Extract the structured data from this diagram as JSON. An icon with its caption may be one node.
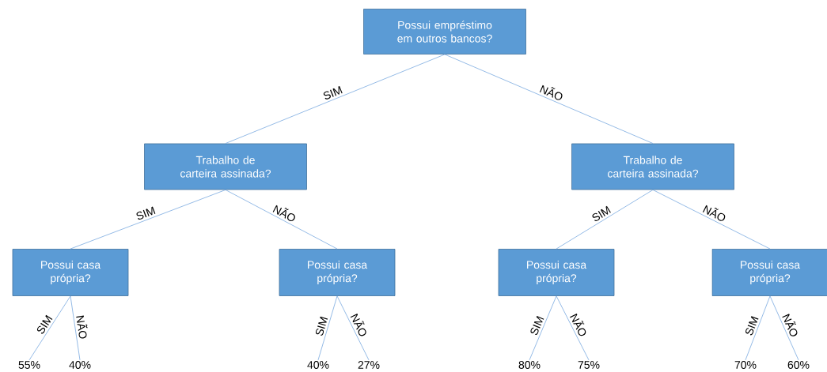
{
  "diagram": {
    "nodes": [
      {
        "text": [
          "Possui empréstimo em outros bancos?"
        ]
      },
      {
        "text": [
          "Trabalho de carteira assinada?"
        ]
      },
      {
        "text": [
          "Trabalho de carteira assinada?"
        ]
      },
      {
        "text": [
          "Possui casa própria?"
        ]
      },
      {
        "text": [
          "Possui casa própria?"
        ]
      },
      {
        "text": [
          "Possui casa própria?"
        ]
      },
      {
        "text": [
          "Possui casa própria?"
        ]
      },
      {
        "text": [
          "55%"
        ]
      },
      {
        "text": [
          "40%"
        ]
      },
      {
        "text": [
          "40%"
        ]
      },
      {
        "text": [
          "27%"
        ]
      },
      {
        "text": [
          "80%"
        ]
      },
      {
        "text": [
          "75%"
        ]
      },
      {
        "text": [
          "70%"
        ]
      },
      {
        "text": [
          "60%"
        ]
      }
    ],
    "edges": [
      {
        "from": 0,
        "to": 1,
        "arrow": "none",
        "label": "SIM"
      },
      {
        "from": 0,
        "to": 2,
        "arrow": "none",
        "label": "NÃO"
      },
      {
        "from": 1,
        "to": 3,
        "arrow": "none",
        "label": "SIM"
      },
      {
        "from": 1,
        "to": 4,
        "arrow": "none",
        "label": "NÃO"
      },
      {
        "from": 2,
        "to": 5,
        "arrow": "none",
        "label": "SIM"
      },
      {
        "from": 2,
        "to": 6,
        "arrow": "none",
        "label": "NÃO"
      },
      {
        "from": 3,
        "to": 7,
        "arrow": "none",
        "label": "SIM"
      },
      {
        "from": 3,
        "to": 8,
        "arrow": "none",
        "label": "NÃO"
      },
      {
        "from": 4,
        "to": 9,
        "arrow": "none",
        "label": "SIM"
      },
      {
        "from": 4,
        "to": 10,
        "arrow": "none",
        "label": "NÃO"
      },
      {
        "from": 5,
        "to": 11,
        "arrow": "none",
        "label": "SIM"
      },
      {
        "from": 5,
        "to": 12,
        "arrow": "none",
        "label": "NÃO"
      },
      {
        "from": 6,
        "to": 13,
        "arrow": "none",
        "label": "SIM"
      },
      {
        "from": 6,
        "to": 14,
        "arrow": "none",
        "label": "NÃO"
      }
    ]
  }
}
